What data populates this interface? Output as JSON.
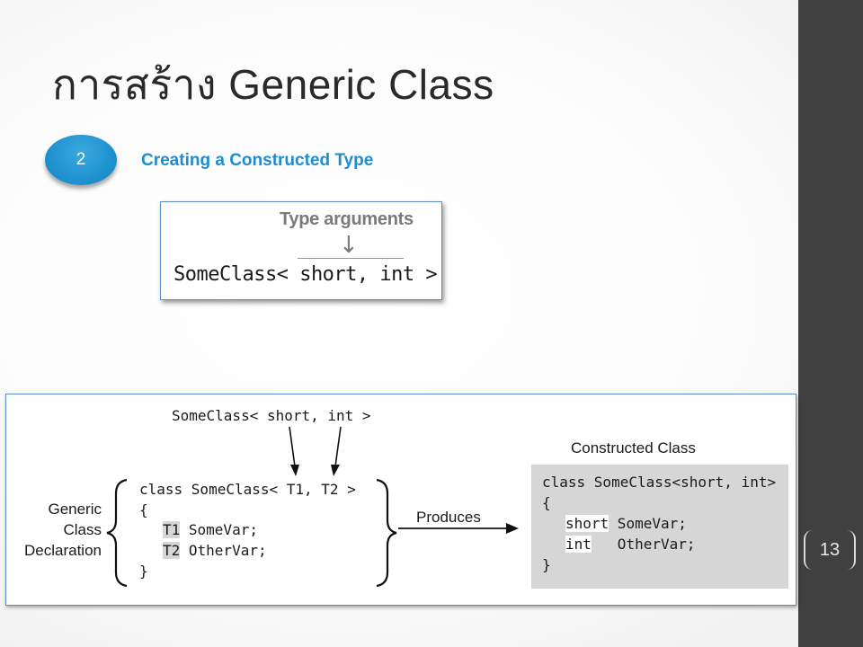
{
  "slide": {
    "title": "การสร้าง Generic Class",
    "page_number": "13"
  },
  "step": {
    "number": "2",
    "title": "Creating a Constructed Type"
  },
  "type_arguments_figure": {
    "label": "Type arguments",
    "code": "SomeClass< short, int >"
  },
  "diagram": {
    "top_code": "SomeClass< short, int >",
    "side_label": [
      "Generic",
      "Class",
      "Declaration"
    ],
    "generic_code": {
      "line1": "class SomeClass< T1, T2 >",
      "open_brace": "{",
      "t1": "T1",
      "t1_rest": " SomeVar;",
      "t2": "T2",
      "t2_rest": " OtherVar;",
      "close_brace": "}"
    },
    "produces_label": "Produces",
    "constructed_label": "Constructed Class",
    "constructed_code": {
      "line1": "class SomeClass<short, int>",
      "open_brace": "{",
      "short": "short",
      "short_rest": " SomeVar;",
      "int": "int",
      "int_rest": "   OtherVar;",
      "close_brace": "}"
    }
  },
  "colors": {
    "accent_blue": "#1e8ccf",
    "sidebar_dark": "#404040",
    "highlight_gray": "#d6d6d6"
  }
}
